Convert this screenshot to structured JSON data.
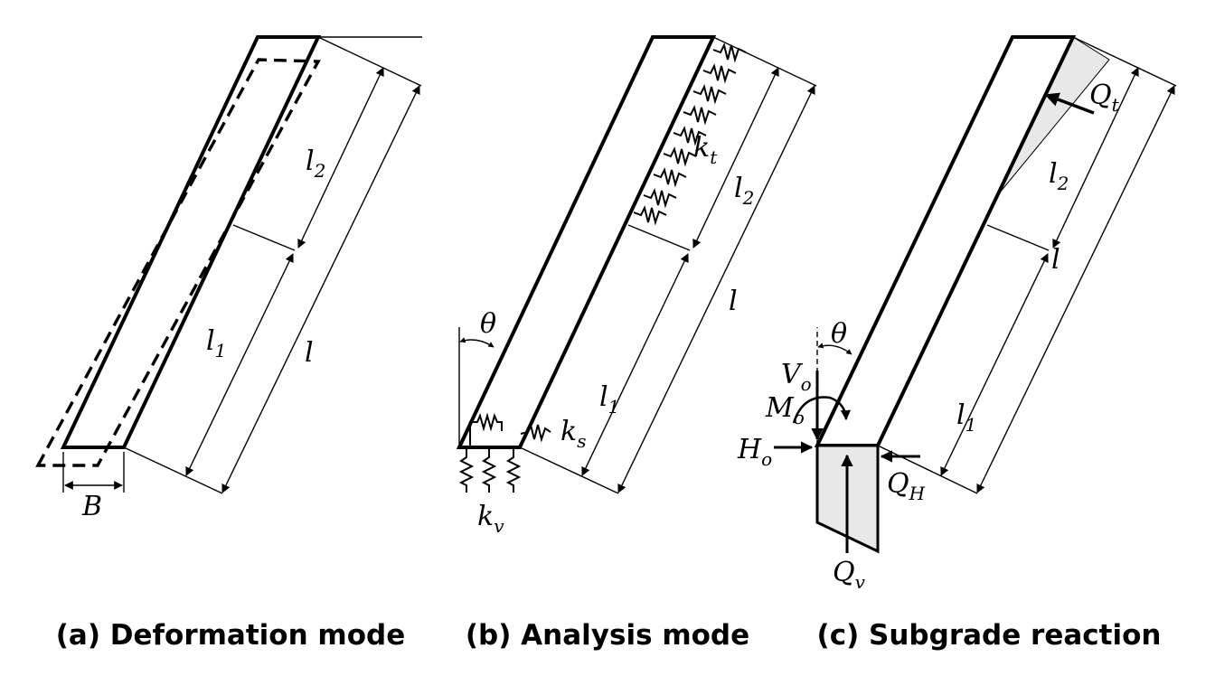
{
  "panels": {
    "a": {
      "caption": "(a) Deformation mode",
      "labels": {
        "l2": "l",
        "l2_sub": "2",
        "l": "l",
        "l1": "l",
        "l1_sub": "1",
        "B": "B"
      }
    },
    "b": {
      "caption": "(b) Analysis mode",
      "labels": {
        "theta": "θ",
        "kt": "k",
        "kt_sub": "t",
        "l2": "l",
        "l2_sub": "2",
        "l": "l",
        "l1": "l",
        "l1_sub": "1",
        "ks": "k",
        "ks_sub": "s",
        "kv": "k",
        "kv_sub": "v"
      }
    },
    "c": {
      "caption": "(c) Subgrade reaction",
      "labels": {
        "Qt": "Q",
        "Qt_sub": "t",
        "l2": "l",
        "l2_sub": "2",
        "l": "l",
        "theta": "θ",
        "Vo": "V",
        "Vo_sub": "o",
        "Mo": "M",
        "Mo_sub": "o",
        "Ho": "H",
        "Ho_sub": "o",
        "l1": "l",
        "l1_sub": "1",
        "QH": "Q",
        "QH_sub": "H",
        "Qv": "Q",
        "Qv_sub": "v"
      }
    }
  },
  "colors": {
    "line": "#000000",
    "shade": "#e8e8e8"
  }
}
